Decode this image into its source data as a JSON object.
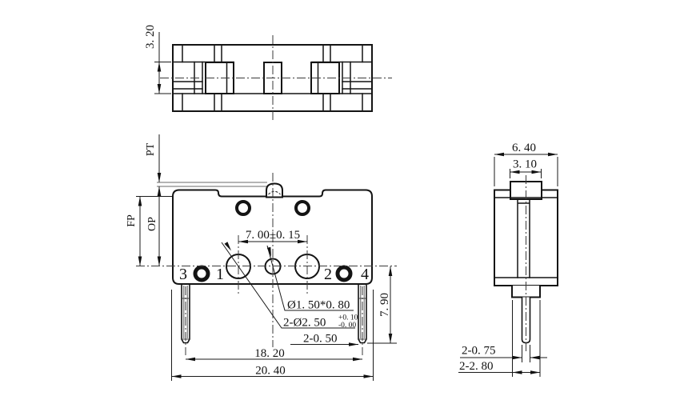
{
  "labels": {
    "pt": "PT",
    "fp": "FP",
    "op": "OP"
  },
  "terminals": {
    "n3": "3",
    "n1": "1",
    "n2": "2",
    "n4": "4"
  },
  "dims": {
    "base_height": "3. 20",
    "hole_pitch": "7. 00±0. 15",
    "center_hole": "Ø1. 50*0. 80",
    "mount_holes": "2-Ø2. 50",
    "mount_holes_tol_plus": "+0. 10",
    "mount_holes_tol_minus": "-0. 00",
    "terminal_thickness": "2-0. 50",
    "terminal_length": "7. 90",
    "terminal_pitch": "18. 20",
    "body_width": "20. 40",
    "side_depth": "6. 40",
    "plunger_width": "3. 10",
    "side_terminal_width": "2-0. 75",
    "side_base_width": "2-2. 80"
  }
}
